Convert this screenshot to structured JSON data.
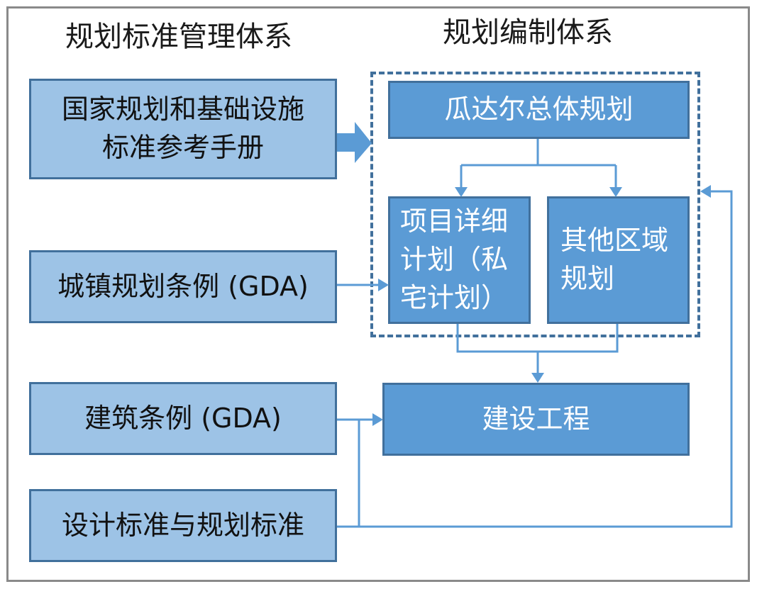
{
  "headings": {
    "left": "规划标准管理体系",
    "right": "规划编制体系"
  },
  "left_boxes": {
    "national_manual": "国家规划和基础设施标准参考手册",
    "town_planning_gda": "城镇规划条例 (GDA)",
    "building_gda": "建筑条例 (GDA)",
    "design_standards": "设计标准与规划标准"
  },
  "right_boxes": {
    "master_plan": "瓜达尔总体规划",
    "project_detail": "项目详细计划（私宅计划）",
    "other_region": "其他区域规划",
    "construction": "建设工程"
  },
  "colors": {
    "light_box": "#9dc3e6",
    "dark_box": "#5b9bd5",
    "border": "#41709c"
  }
}
